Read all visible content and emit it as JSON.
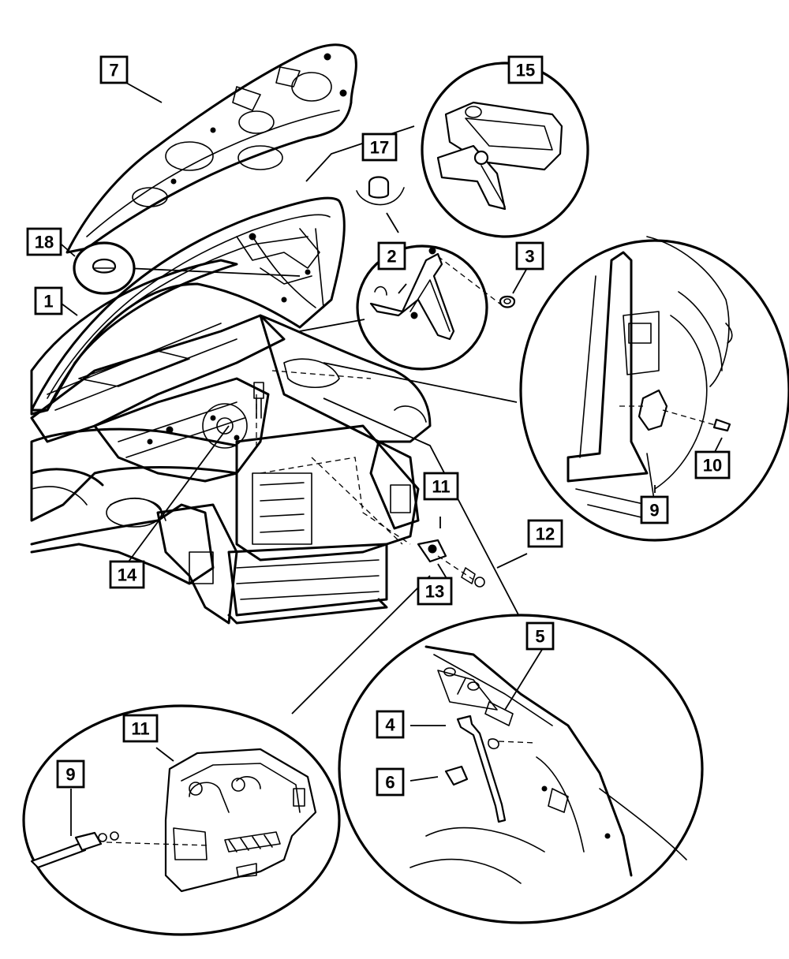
{
  "callouts": {
    "c1": "1",
    "c2": "2",
    "c3": "3",
    "c4": "4",
    "c5": "5",
    "c6": "6",
    "c7": "7",
    "c9a": "9",
    "c9b": "9",
    "c10": "10",
    "c11a": "11",
    "c11b": "11",
    "c12": "12",
    "c13": "13",
    "c14": "14",
    "c15": "15",
    "c17": "17",
    "c18": "18"
  }
}
